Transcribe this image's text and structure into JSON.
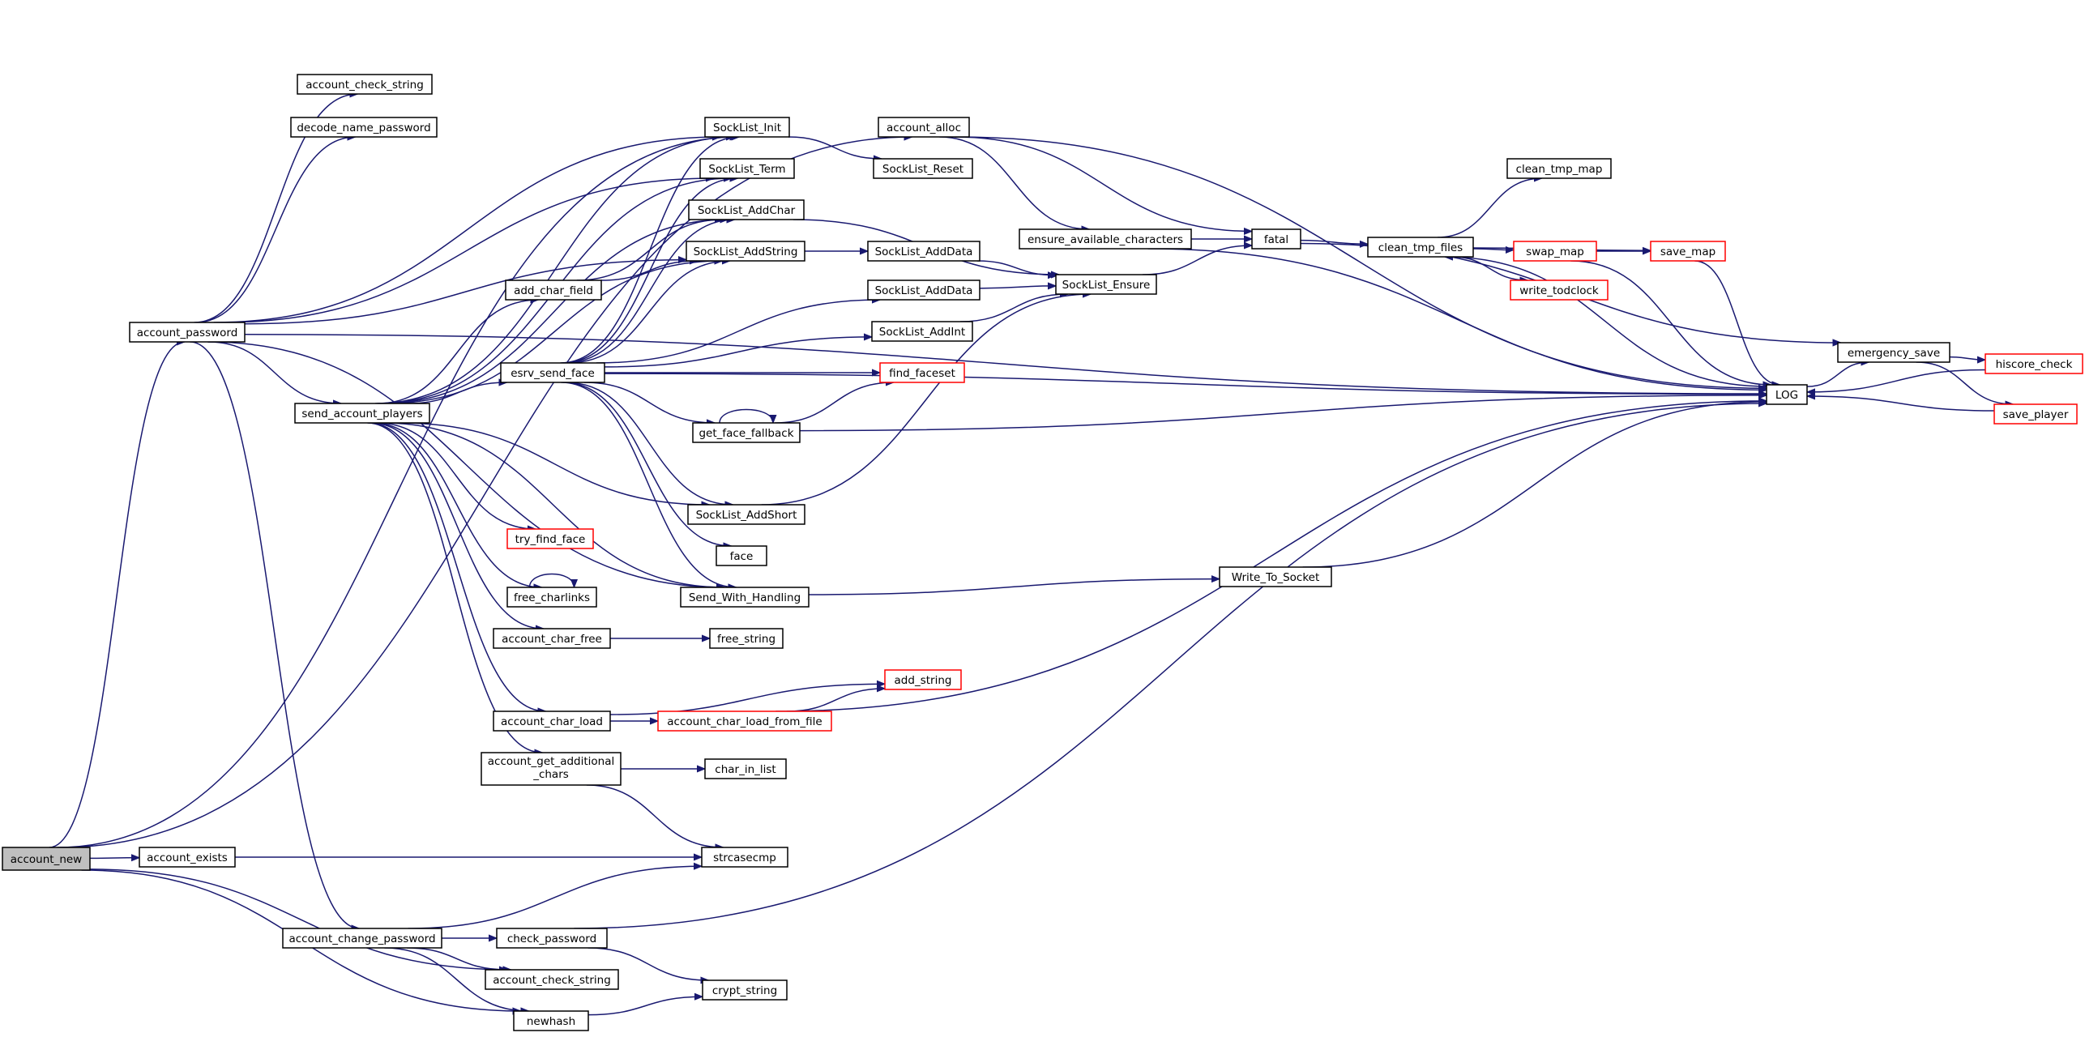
{
  "diagram": {
    "type": "call-graph",
    "colors": {
      "edge": "#191970",
      "node_border": "#000000",
      "external_border": "#ff0000",
      "root_fill": "#bfbfbf"
    },
    "nodes": [
      {
        "id": "account_new",
        "label": "account_new",
        "style": "root"
      },
      {
        "id": "account_exists",
        "label": "account_exists",
        "style": "normal"
      },
      {
        "id": "account_password",
        "label": "account_password",
        "style": "normal"
      },
      {
        "id": "account_check_string_top",
        "label": "account_check_string",
        "style": "normal"
      },
      {
        "id": "decode_name_password",
        "label": "decode_name_password",
        "style": "normal"
      },
      {
        "id": "send_account_players",
        "label": "send_account_players",
        "style": "normal"
      },
      {
        "id": "account_change_password",
        "label": "account_change_password",
        "style": "normal"
      },
      {
        "id": "SockList_Init",
        "label": "SockList_Init",
        "style": "normal"
      },
      {
        "id": "SockList_Term",
        "label": "SockList_Term",
        "style": "normal"
      },
      {
        "id": "SockList_AddChar",
        "label": "SockList_AddChar",
        "style": "normal"
      },
      {
        "id": "SockList_AddString",
        "label": "SockList_AddString",
        "style": "normal"
      },
      {
        "id": "add_char_field",
        "label": "add_char_field",
        "style": "normal"
      },
      {
        "id": "esrv_send_face",
        "label": "esrv_send_face",
        "style": "normal"
      },
      {
        "id": "try_find_face",
        "label": "try_find_face",
        "style": "external"
      },
      {
        "id": "free_charlinks",
        "label": "free_charlinks",
        "style": "normal"
      },
      {
        "id": "account_char_free",
        "label": "account_char_free",
        "style": "normal"
      },
      {
        "id": "account_char_load",
        "label": "account_char_load",
        "style": "normal"
      },
      {
        "id": "account_get_additional_chars",
        "label_lines": [
          "account_get_additional",
          "_chars"
        ],
        "style": "normal"
      },
      {
        "id": "get_face_fallback",
        "label": "get_face_fallback",
        "style": "normal"
      },
      {
        "id": "SockList_AddShort",
        "label": "SockList_AddShort",
        "style": "normal"
      },
      {
        "id": "face",
        "label": "face",
        "style": "normal"
      },
      {
        "id": "Send_With_Handling",
        "label": "Send_With_Handling",
        "style": "normal"
      },
      {
        "id": "free_string",
        "label": "free_string",
        "style": "normal"
      },
      {
        "id": "account_char_load_from_file",
        "label": "account_char_load_from_file",
        "style": "external"
      },
      {
        "id": "add_string",
        "label": "add_string",
        "style": "external"
      },
      {
        "id": "char_in_list",
        "label": "char_in_list",
        "style": "normal"
      },
      {
        "id": "strcasecmp",
        "label": "strcasecmp",
        "style": "normal"
      },
      {
        "id": "check_password",
        "label": "check_password",
        "style": "normal"
      },
      {
        "id": "account_check_string_bottom",
        "label": "account_check_string",
        "style": "normal"
      },
      {
        "id": "newhash",
        "label": "newhash",
        "style": "normal"
      },
      {
        "id": "crypt_string",
        "label": "crypt_string",
        "style": "normal"
      },
      {
        "id": "account_alloc",
        "label": "account_alloc",
        "style": "normal"
      },
      {
        "id": "SockList_Reset",
        "label": "SockList_Reset",
        "style": "normal"
      },
      {
        "id": "SockList_AddData_1",
        "label": "SockList_AddData",
        "style": "normal"
      },
      {
        "id": "SockList_AddData_2",
        "label": "SockList_AddData",
        "style": "normal"
      },
      {
        "id": "SockList_AddInt",
        "label": "SockList_AddInt",
        "style": "normal"
      },
      {
        "id": "find_faceset",
        "label": "find_faceset",
        "style": "external"
      },
      {
        "id": "ensure_available_characters",
        "label": "ensure_available_characters",
        "style": "normal"
      },
      {
        "id": "SockList_Ensure",
        "label": "SockList_Ensure",
        "style": "normal"
      },
      {
        "id": "fatal",
        "label": "fatal",
        "style": "normal"
      },
      {
        "id": "Write_To_Socket",
        "label": "Write_To_Socket",
        "style": "normal"
      },
      {
        "id": "clean_tmp_map",
        "label": "clean_tmp_map",
        "style": "normal"
      },
      {
        "id": "clean_tmp_files",
        "label": "clean_tmp_files",
        "style": "normal"
      },
      {
        "id": "swap_map",
        "label": "swap_map",
        "style": "external"
      },
      {
        "id": "save_map",
        "label": "save_map",
        "style": "external"
      },
      {
        "id": "write_todclock",
        "label": "write_todclock",
        "style": "external"
      },
      {
        "id": "LOG",
        "label": "LOG",
        "style": "normal"
      },
      {
        "id": "emergency_save",
        "label": "emergency_save",
        "style": "normal"
      },
      {
        "id": "hiscore_check",
        "label": "hiscore_check",
        "style": "external"
      },
      {
        "id": "save_player",
        "label": "save_player",
        "style": "external"
      }
    ],
    "edges": [
      [
        "account_new",
        "account_exists"
      ],
      [
        "account_new",
        "account_password"
      ],
      [
        "account_new",
        "SockList_Init"
      ],
      [
        "account_new",
        "account_alloc"
      ],
      [
        "account_new",
        "account_check_string_bottom"
      ],
      [
        "account_new",
        "newhash"
      ],
      [
        "account_exists",
        "strcasecmp"
      ],
      [
        "account_password",
        "account_check_string_top"
      ],
      [
        "account_password",
        "decode_name_password"
      ],
      [
        "account_password",
        "SockList_Init"
      ],
      [
        "account_password",
        "SockList_Term"
      ],
      [
        "account_password",
        "SockList_AddString"
      ],
      [
        "account_password",
        "send_account_players"
      ],
      [
        "account_password",
        "Send_With_Handling"
      ],
      [
        "account_password",
        "LOG"
      ],
      [
        "account_password",
        "account_change_password"
      ],
      [
        "send_account_players",
        "SockList_Init"
      ],
      [
        "send_account_players",
        "SockList_Term"
      ],
      [
        "send_account_players",
        "SockList_AddChar"
      ],
      [
        "send_account_players",
        "SockList_AddString"
      ],
      [
        "send_account_players",
        "add_char_field"
      ],
      [
        "send_account_players",
        "esrv_send_face"
      ],
      [
        "send_account_players",
        "SockList_AddShort"
      ],
      [
        "send_account_players",
        "try_find_face"
      ],
      [
        "send_account_players",
        "free_charlinks"
      ],
      [
        "send_account_players",
        "Send_With_Handling"
      ],
      [
        "send_account_players",
        "account_char_free"
      ],
      [
        "send_account_players",
        "account_char_load"
      ],
      [
        "send_account_players",
        "account_get_additional_chars"
      ],
      [
        "add_char_field",
        "SockList_AddChar"
      ],
      [
        "add_char_field",
        "SockList_AddString"
      ],
      [
        "esrv_send_face",
        "SockList_Init"
      ],
      [
        "esrv_send_face",
        "SockList_Term"
      ],
      [
        "esrv_send_face",
        "SockList_AddChar"
      ],
      [
        "esrv_send_face",
        "SockList_AddString"
      ],
      [
        "esrv_send_face",
        "SockList_AddData_2"
      ],
      [
        "esrv_send_face",
        "SockList_AddInt"
      ],
      [
        "esrv_send_face",
        "find_faceset"
      ],
      [
        "esrv_send_face",
        "get_face_fallback"
      ],
      [
        "esrv_send_face",
        "SockList_AddShort"
      ],
      [
        "esrv_send_face",
        "face"
      ],
      [
        "esrv_send_face",
        "Send_With_Handling"
      ],
      [
        "esrv_send_face",
        "LOG"
      ],
      [
        "free_charlinks",
        "free_charlinks"
      ],
      [
        "account_char_free",
        "free_string"
      ],
      [
        "account_char_load",
        "add_string"
      ],
      [
        "account_char_load",
        "account_char_load_from_file"
      ],
      [
        "account_char_load_from_file",
        "add_string"
      ],
      [
        "account_char_load_from_file",
        "LOG"
      ],
      [
        "account_get_additional_chars",
        "char_in_list"
      ],
      [
        "account_get_additional_chars",
        "strcasecmp"
      ],
      [
        "get_face_fallback",
        "get_face_fallback"
      ],
      [
        "get_face_fallback",
        "find_faceset"
      ],
      [
        "get_face_fallback",
        "LOG"
      ],
      [
        "SockList_AddShort",
        "SockList_Ensure"
      ],
      [
        "Send_With_Handling",
        "Write_To_Socket"
      ],
      [
        "Write_To_Socket",
        "LOG"
      ],
      [
        "account_change_password",
        "strcasecmp"
      ],
      [
        "account_change_password",
        "check_password"
      ],
      [
        "account_change_password",
        "account_check_string_bottom"
      ],
      [
        "account_change_password",
        "newhash"
      ],
      [
        "check_password",
        "crypt_string"
      ],
      [
        "check_password",
        "LOG"
      ],
      [
        "newhash",
        "crypt_string"
      ],
      [
        "SockList_Init",
        "SockList_Reset"
      ],
      [
        "SockList_AddChar",
        "SockList_Ensure"
      ],
      [
        "SockList_AddString",
        "SockList_AddData_1"
      ],
      [
        "SockList_AddData_1",
        "SockList_Ensure"
      ],
      [
        "SockList_AddData_2",
        "SockList_Ensure"
      ],
      [
        "SockList_AddInt",
        "SockList_Ensure"
      ],
      [
        "account_alloc",
        "ensure_available_characters"
      ],
      [
        "account_alloc",
        "fatal"
      ],
      [
        "account_alloc",
        "LOG"
      ],
      [
        "ensure_available_characters",
        "fatal"
      ],
      [
        "ensure_available_characters",
        "LOG"
      ],
      [
        "SockList_Ensure",
        "fatal"
      ],
      [
        "fatal",
        "clean_tmp_files"
      ],
      [
        "fatal",
        "emergency_save"
      ],
      [
        "clean_tmp_files",
        "clean_tmp_map"
      ],
      [
        "clean_tmp_files",
        "swap_map"
      ],
      [
        "clean_tmp_files",
        "save_map"
      ],
      [
        "clean_tmp_files",
        "write_todclock"
      ],
      [
        "swap_map",
        "save_map"
      ],
      [
        "swap_map",
        "LOG"
      ],
      [
        "save_map",
        "LOG"
      ],
      [
        "LOG",
        "clean_tmp_files"
      ],
      [
        "LOG",
        "emergency_save"
      ],
      [
        "emergency_save",
        "hiscore_check"
      ],
      [
        "emergency_save",
        "save_player"
      ],
      [
        "hiscore_check",
        "LOG"
      ],
      [
        "save_player",
        "LOG"
      ]
    ]
  }
}
